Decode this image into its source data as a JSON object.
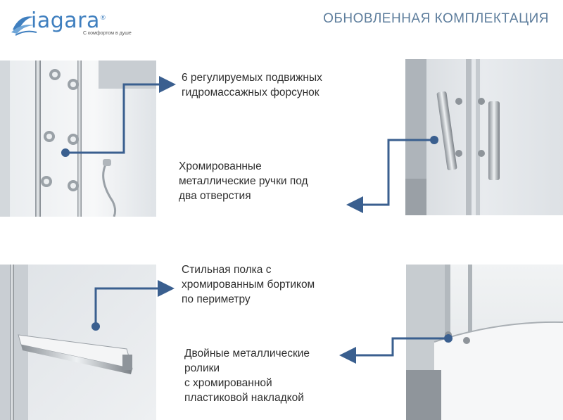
{
  "header": {
    "logo_text": "iagara",
    "logo_reg": "®",
    "logo_tagline": "С комфортом в душе",
    "title": "ОБНОВЛЕННАЯ КОМПЛЕКТАЦИЯ"
  },
  "features": [
    {
      "caption": "6 регулируемых подвижных\nгидромассажных форсунок",
      "photo_icon": "massage-nozzles-photo"
    },
    {
      "caption": "Хромированные\nметаллические ручки под\nдва отверстия",
      "photo_icon": "chrome-handles-photo"
    },
    {
      "caption": "Стильная полка с\nхромированным бортиком\nпо периметру",
      "photo_icon": "shelf-photo"
    },
    {
      "caption": "Двойные металлические\nролики\nс хромированной\nпластиковой накладкой",
      "photo_icon": "rollers-photo"
    }
  ],
  "colors": {
    "accent": "#3a5f8f",
    "title": "#5d7d9c",
    "logo": "#3f7fbf",
    "text": "#2f2f2f"
  }
}
